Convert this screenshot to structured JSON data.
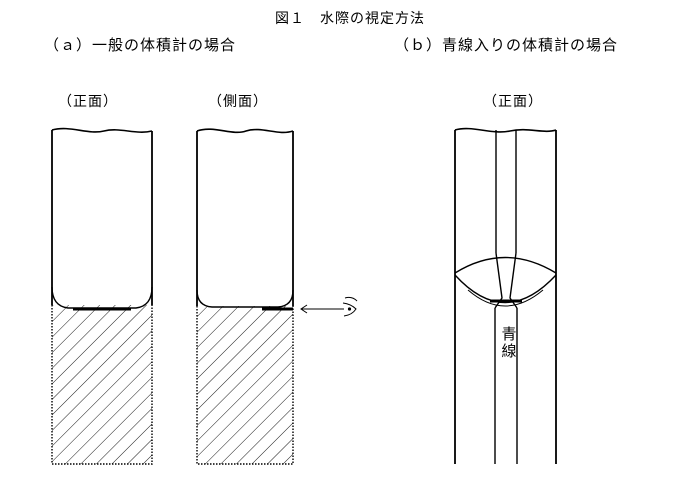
{
  "figure_title": "図１　水際の視定方法",
  "panel_a": {
    "caption": "（ａ）一般の体積計の場合",
    "views": [
      "（正面）",
      "（側面）"
    ]
  },
  "panel_b": {
    "caption": "（ｂ）青線入りの体積計の場合",
    "views": [
      "（正面）"
    ],
    "stripe_label": "青線"
  },
  "icons": [
    "eye-icon",
    "sight-arrow-icon"
  ]
}
